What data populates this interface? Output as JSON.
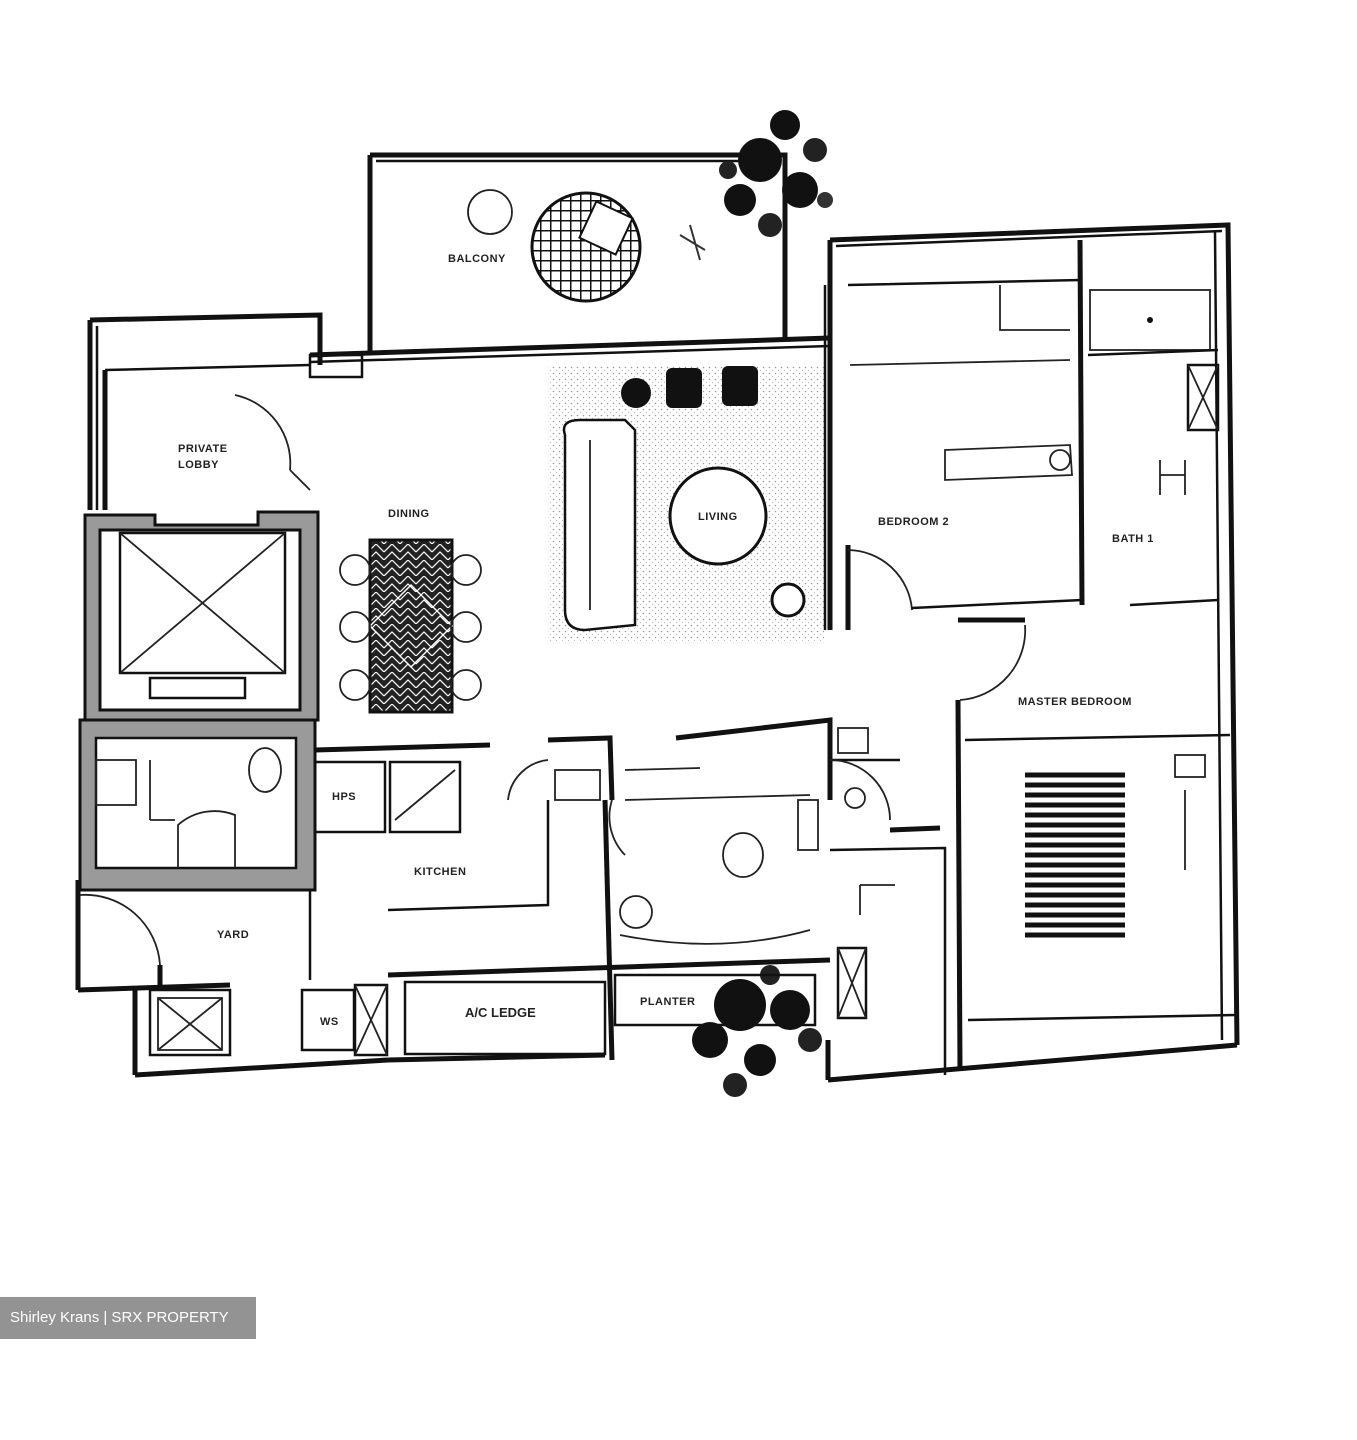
{
  "rooms": {
    "balcony": "BALCONY",
    "private_lobby_line1": "PRIVATE",
    "private_lobby_line2": "LOBBY",
    "dining": "DINING",
    "living": "LIVING",
    "bedroom2": "BEDROOM 2",
    "bath1": "BATH 1",
    "master_bedroom": "MASTER BEDROOM",
    "hps": "HPS",
    "kitchen": "KITCHEN",
    "yard": "YARD",
    "ws": "WS",
    "ac_ledge": "A/C LEDGE",
    "planter": "PLANTER"
  },
  "watermark": {
    "text": "Shirley Krans | SRX PROPERTY"
  },
  "colors": {
    "wall": "#111111",
    "shaft": "#9a9a9a",
    "watermark_bg": "#808080"
  }
}
